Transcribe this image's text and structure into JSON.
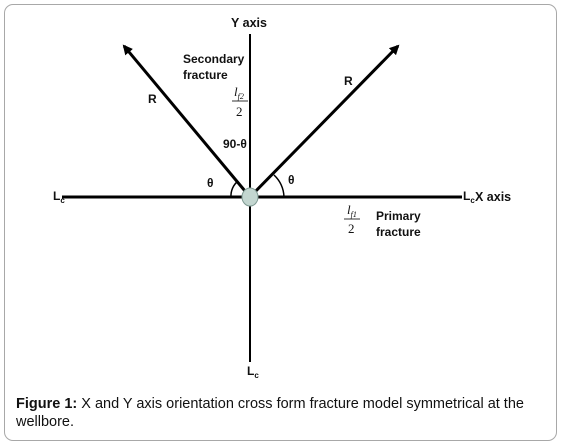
{
  "diagram": {
    "y_axis_label": "Y axis",
    "x_axis_label": "X axis",
    "lc_left": {
      "main": "L",
      "sub": "c"
    },
    "lc_right": {
      "main": "L",
      "sub": "c"
    },
    "lc_bottom": {
      "main": "L",
      "sub": "c"
    },
    "secondary_label_line1": "Secondary",
    "secondary_label_line2": "fracture",
    "primary_label_line1": "Primary",
    "primary_label_line2": "fracture",
    "r_left": "R",
    "r_right": "R",
    "angle_complement": "90-θ",
    "theta_left": "θ",
    "theta_right": "θ",
    "lf2_fraction": {
      "symbol": "l",
      "sub": "f2",
      "denominator": "2"
    },
    "lf1_fraction": {
      "symbol": "l",
      "sub": "f1",
      "denominator": "2"
    }
  },
  "caption": {
    "prefix": "Figure 1:",
    "text": " X and Y axis orientation cross form fracture model symmetrical at the wellbore."
  }
}
